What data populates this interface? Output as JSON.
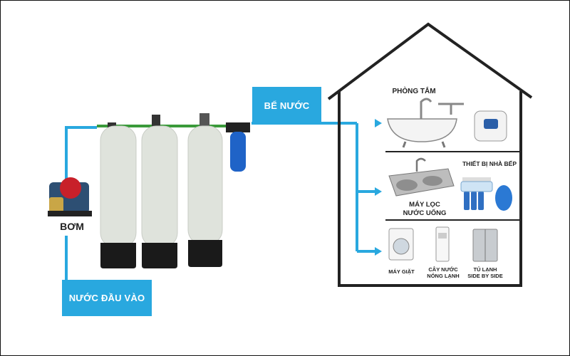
{
  "labels": {
    "pump": "BƠM",
    "input": "NƯỚC ĐẦU VÀO",
    "tank": "BỂ NƯỚC",
    "bathroom": "PHÒNG TẮM",
    "kitchen": "THIẾT BỊ NHÀ BẾP",
    "purifier_line1": "MÁY LỌC",
    "purifier_line2": "NƯỚC UỐNG",
    "washer": "MÁY GIẶT",
    "cooler_line1": "CÂY NƯỚC",
    "cooler_line2": "NÓNG LẠNH",
    "fridge_line1": "TỦ LẠNH",
    "fridge_line2": "SIDE BY SIDE"
  },
  "colors": {
    "pipe": "#29a8df",
    "label_box": "#29a8df",
    "house_outline": "#222222",
    "filter_tank": "#dfe3dc",
    "tank_base": "#1a1a1a",
    "filter_housing": "#1f63c7",
    "pump": "#c8202a"
  },
  "icons": [
    "pump-icon",
    "filter-tank-icon",
    "blue-filter-housing-icon",
    "bathtub-icon",
    "faucet-icon",
    "water-heater-icon",
    "kitchen-sink-icon",
    "ro-purifier-icon",
    "washing-machine-icon",
    "water-cooler-icon",
    "fridge-icon"
  ]
}
